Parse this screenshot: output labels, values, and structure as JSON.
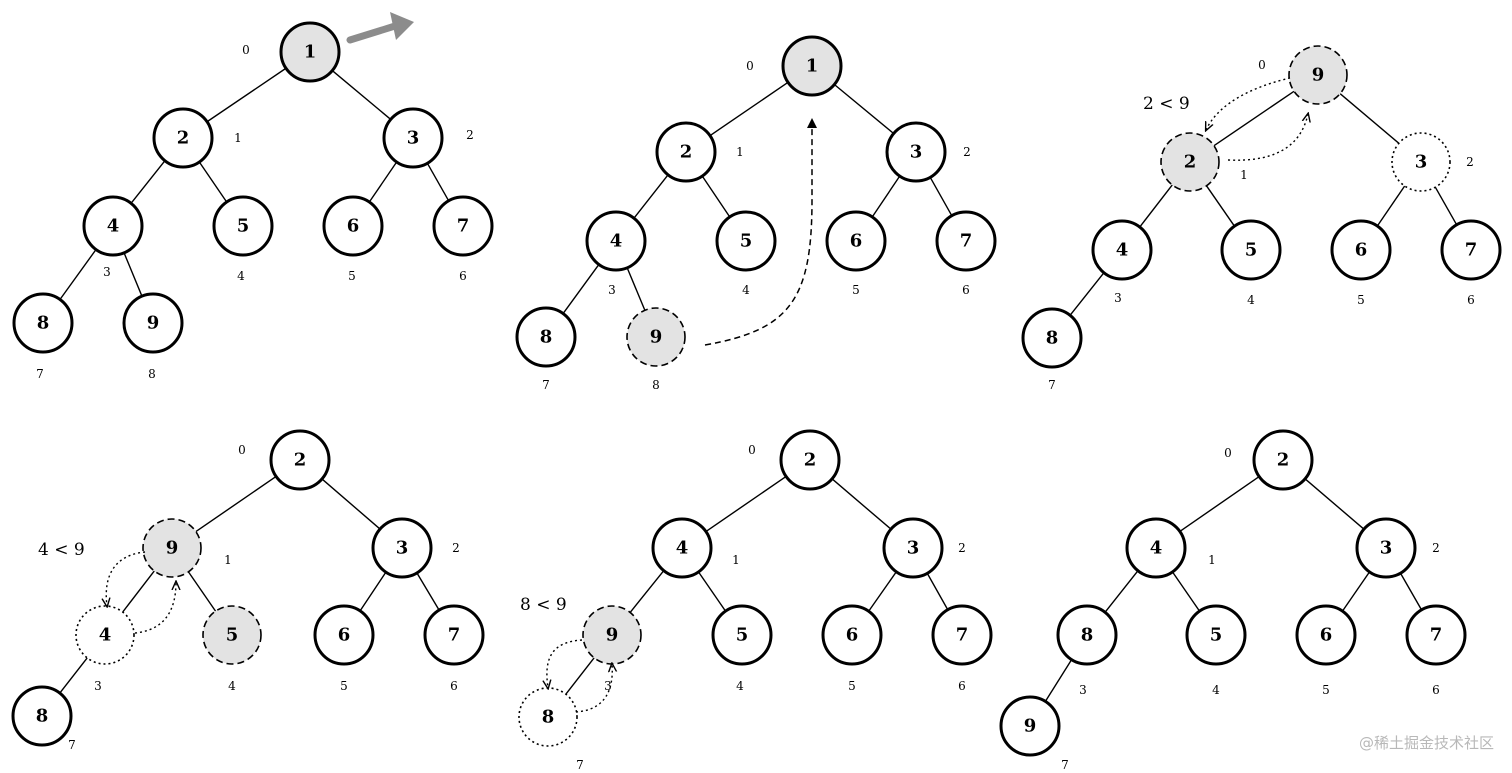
{
  "panels": [
    {
      "nodes": [
        {
          "value": "1",
          "index": "0",
          "style": "shaded"
        },
        {
          "value": "2",
          "index": "1",
          "style": "solid"
        },
        {
          "value": "3",
          "index": "2",
          "style": "solid"
        },
        {
          "value": "4",
          "index": "3",
          "style": "solid"
        },
        {
          "value": "5",
          "index": "4",
          "style": "solid"
        },
        {
          "value": "6",
          "index": "5",
          "style": "solid"
        },
        {
          "value": "7",
          "index": "6",
          "style": "solid"
        },
        {
          "value": "8",
          "index": "7",
          "style": "solid"
        },
        {
          "value": "9",
          "index": "8",
          "style": "solid"
        }
      ],
      "edges": [
        [
          0,
          1
        ],
        [
          0,
          2
        ],
        [
          1,
          3
        ],
        [
          1,
          4
        ],
        [
          2,
          5
        ],
        [
          2,
          6
        ],
        [
          3,
          7
        ],
        [
          3,
          8
        ]
      ]
    },
    {
      "nodes": [
        {
          "value": "1",
          "index": "0",
          "style": "shaded"
        },
        {
          "value": "2",
          "index": "1",
          "style": "solid"
        },
        {
          "value": "3",
          "index": "2",
          "style": "solid"
        },
        {
          "value": "4",
          "index": "3",
          "style": "solid"
        },
        {
          "value": "5",
          "index": "4",
          "style": "solid"
        },
        {
          "value": "6",
          "index": "5",
          "style": "solid"
        },
        {
          "value": "7",
          "index": "6",
          "style": "solid"
        },
        {
          "value": "8",
          "index": "7",
          "style": "solid"
        },
        {
          "value": "9",
          "index": "8",
          "style": "dashed"
        }
      ],
      "edges": [
        [
          0,
          1
        ],
        [
          0,
          2
        ],
        [
          1,
          3
        ],
        [
          1,
          4
        ],
        [
          2,
          5
        ],
        [
          2,
          6
        ],
        [
          3,
          7
        ],
        [
          3,
          8
        ]
      ]
    },
    {
      "nodes": [
        {
          "value": "9",
          "index": "0",
          "style": "dashed"
        },
        {
          "value": "2",
          "index": "1",
          "style": "dashed"
        },
        {
          "value": "3",
          "index": "2",
          "style": "dotted"
        },
        {
          "value": "4",
          "index": "3",
          "style": "solid"
        },
        {
          "value": "5",
          "index": "4",
          "style": "solid"
        },
        {
          "value": "6",
          "index": "5",
          "style": "solid"
        },
        {
          "value": "7",
          "index": "6",
          "style": "solid"
        },
        {
          "value": "8",
          "index": "7",
          "style": "solid"
        }
      ],
      "edges": [
        [
          0,
          1
        ],
        [
          0,
          2
        ],
        [
          1,
          3
        ],
        [
          1,
          4
        ],
        [
          2,
          5
        ],
        [
          2,
          6
        ],
        [
          3,
          7
        ]
      ],
      "comparison": "2 < 9"
    },
    {
      "nodes": [
        {
          "value": "2",
          "index": "0",
          "style": "solid"
        },
        {
          "value": "9",
          "index": "1",
          "style": "dashed"
        },
        {
          "value": "3",
          "index": "2",
          "style": "solid"
        },
        {
          "value": "4",
          "index": "3",
          "style": "dotted"
        },
        {
          "value": "5",
          "index": "4",
          "style": "dashed"
        },
        {
          "value": "6",
          "index": "5",
          "style": "solid"
        },
        {
          "value": "7",
          "index": "6",
          "style": "solid"
        },
        {
          "value": "8",
          "index": "7",
          "style": "solid"
        }
      ],
      "edges": [
        [
          0,
          1
        ],
        [
          0,
          2
        ],
        [
          1,
          3
        ],
        [
          1,
          4
        ],
        [
          2,
          5
        ],
        [
          2,
          6
        ],
        [
          3,
          7
        ]
      ],
      "comparison": "4 < 9"
    },
    {
      "nodes": [
        {
          "value": "2",
          "index": "0",
          "style": "solid"
        },
        {
          "value": "4",
          "index": "1",
          "style": "solid"
        },
        {
          "value": "3",
          "index": "2",
          "style": "solid"
        },
        {
          "value": "9",
          "index": "3",
          "style": "dashed"
        },
        {
          "value": "5",
          "index": "4",
          "style": "solid"
        },
        {
          "value": "6",
          "index": "5",
          "style": "solid"
        },
        {
          "value": "7",
          "index": "6",
          "style": "solid"
        },
        {
          "value": "8",
          "index": "7",
          "style": "dotted"
        }
      ],
      "edges": [
        [
          0,
          1
        ],
        [
          0,
          2
        ],
        [
          1,
          3
        ],
        [
          1,
          4
        ],
        [
          2,
          5
        ],
        [
          2,
          6
        ],
        [
          3,
          7
        ]
      ],
      "comparison": "8 < 9"
    },
    {
      "nodes": [
        {
          "value": "2",
          "index": "0",
          "style": "solid"
        },
        {
          "value": "4",
          "index": "1",
          "style": "solid"
        },
        {
          "value": "3",
          "index": "2",
          "style": "solid"
        },
        {
          "value": "8",
          "index": "3",
          "style": "solid"
        },
        {
          "value": "5",
          "index": "4",
          "style": "solid"
        },
        {
          "value": "6",
          "index": "5",
          "style": "solid"
        },
        {
          "value": "7",
          "index": "6",
          "style": "solid"
        },
        {
          "value": "9",
          "index": "7",
          "style": "solid"
        }
      ],
      "edges": [
        [
          0,
          1
        ],
        [
          0,
          2
        ],
        [
          1,
          3
        ],
        [
          1,
          4
        ],
        [
          2,
          5
        ],
        [
          2,
          6
        ],
        [
          3,
          7
        ]
      ]
    }
  ],
  "watermark": "@稀土掘金技术社区",
  "colors": {
    "node_stroke": "#000000",
    "shaded_fill": "#e3e3e3",
    "background": "#ffffff",
    "move_arrow": "#8c8c8c"
  }
}
